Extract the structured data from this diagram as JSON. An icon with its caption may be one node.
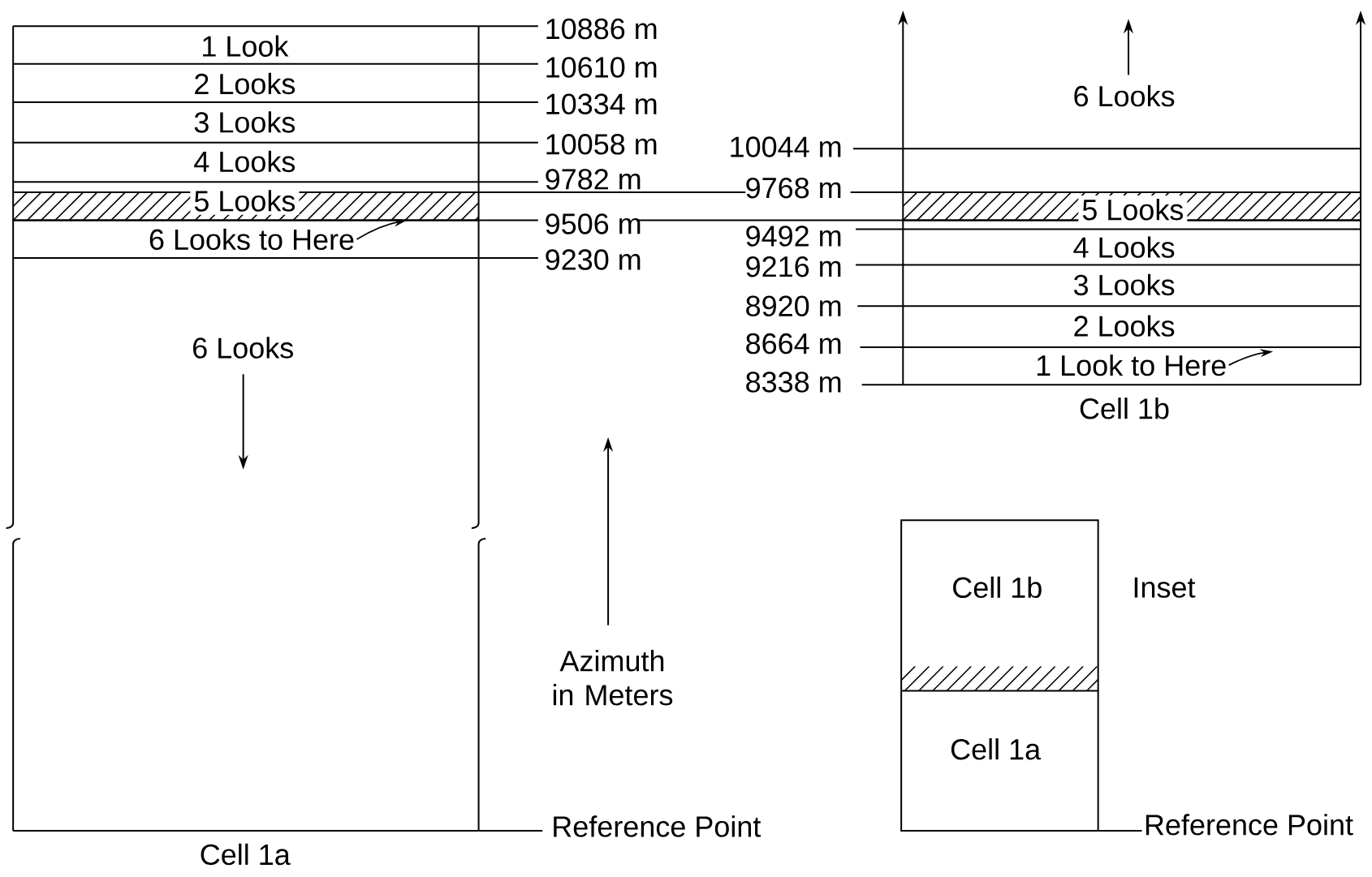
{
  "diagram": {
    "nodes": [
      {
        "text": [
          "Cell 1a"
        ]
      },
      {
        "text": [
          "1 Look"
        ],
        "in": 0
      },
      {
        "text": [
          "2 Looks"
        ],
        "in": 0
      },
      {
        "text": [
          "3 Looks"
        ],
        "in": 0
      },
      {
        "text": [
          "4 Looks"
        ],
        "in": 0
      },
      {
        "text": [
          "5 Looks"
        ],
        "in": 0
      },
      {
        "text": [
          "6 Looks to Here"
        ],
        "in": 0
      },
      {
        "text": [
          "6 Looks"
        ],
        "in": 0
      },
      {
        "text": [
          "Cell 1b"
        ]
      },
      {
        "text": [
          "6 Looks"
        ],
        "in": 8
      },
      {
        "text": [
          "5 Looks"
        ],
        "in": 8
      },
      {
        "text": [
          "4 Looks"
        ],
        "in": 8
      },
      {
        "text": [
          "3 Looks"
        ],
        "in": 8
      },
      {
        "text": [
          "2 Looks"
        ],
        "in": 8
      },
      {
        "text": [
          "1 Look to Here"
        ],
        "in": 8
      },
      {
        "text": [
          "Inset"
        ]
      },
      {
        "text": [
          "Cell 1b"
        ],
        "in": 15
      },
      {
        "text": [
          "Cell 1a"
        ],
        "in": 15
      }
    ],
    "edges": [
      {
        "from": 6,
        "to": 5,
        "arrow": "to"
      },
      {
        "from": 14,
        "to": null,
        "arrow": "to"
      }
    ],
    "labels": [
      "10886 m",
      "10610 m",
      "10334 m",
      "10058 m",
      "9782 m",
      "9506 m",
      "9230 m",
      "10044 m",
      "9768 m",
      "9492 m",
      "9216 m",
      "8920 m",
      "8664 m",
      "8338 m",
      "Azimuth in Meters",
      "Reference Point",
      "Reference Point"
    ]
  }
}
